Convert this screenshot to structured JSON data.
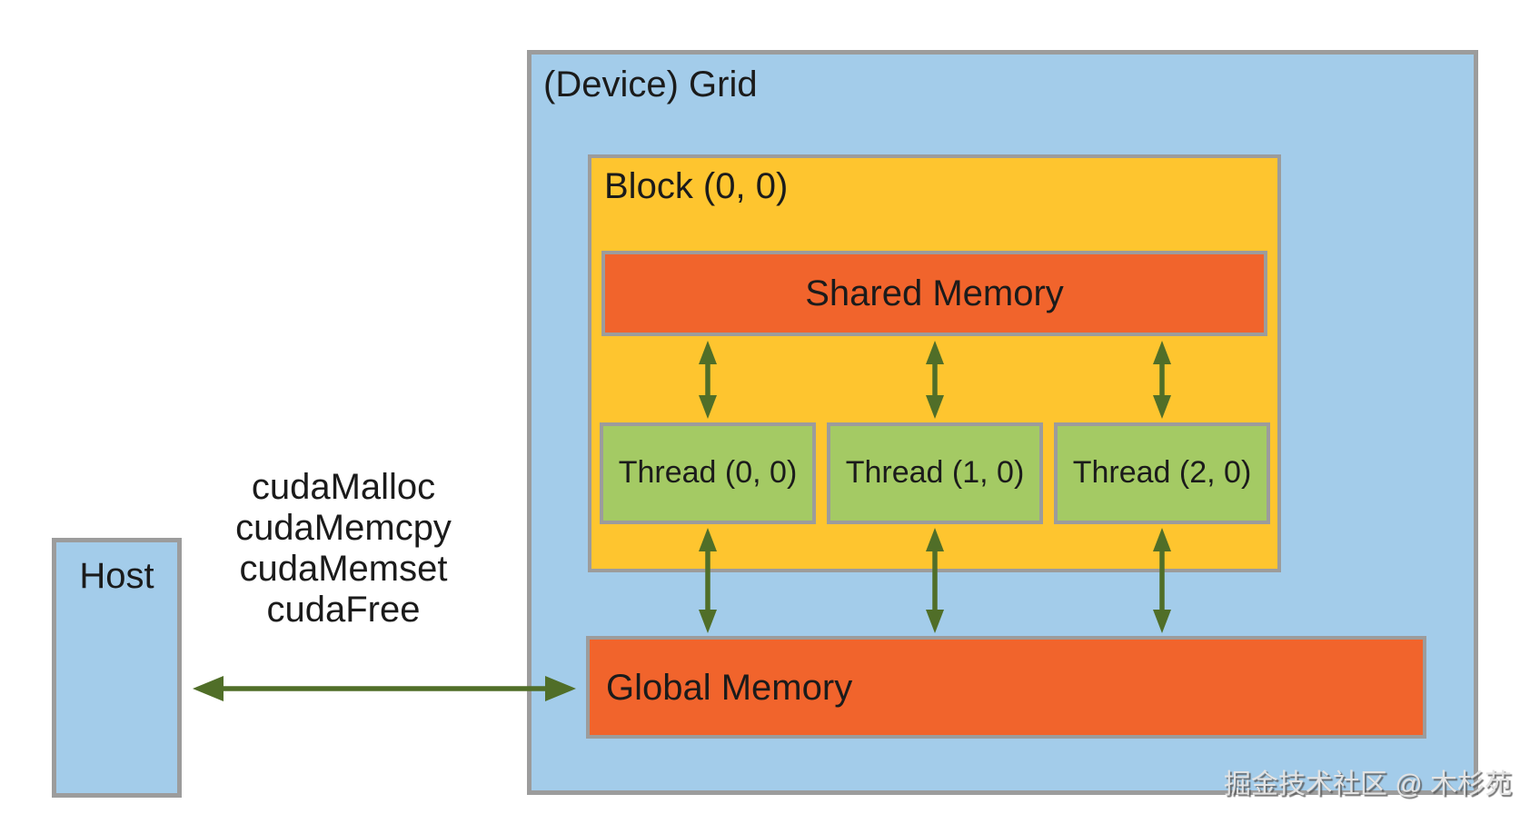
{
  "colors": {
    "blue": "#A3CCEA",
    "gold": "#FEC52F",
    "orange": "#F1642C",
    "green": "#A4CA64",
    "olive": "#506E28",
    "border_gray": "#9C9C9C",
    "text": "#1B1B1B",
    "watermark_gray": "#E3E3E3"
  },
  "host": {
    "label": "Host"
  },
  "api_calls": [
    "cudaMalloc",
    "cudaMemcpy",
    "cudaMemset",
    "cudaFree"
  ],
  "device_grid": {
    "label": "(Device) Grid"
  },
  "block": {
    "label": "Block (0, 0)"
  },
  "shared_memory": {
    "label": "Shared Memory"
  },
  "threads": [
    {
      "label": "Thread (0, 0)"
    },
    {
      "label": "Thread (1, 0)"
    },
    {
      "label": "Thread (2, 0)"
    }
  ],
  "global_memory": {
    "label": "Global Memory"
  },
  "watermark": "掘金技术社区 @ 木杉苑"
}
